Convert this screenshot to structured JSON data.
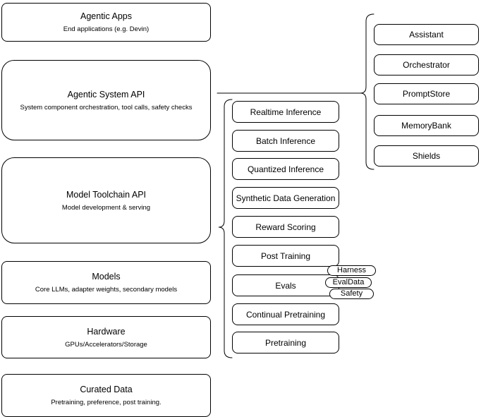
{
  "diagram": {
    "stack": [
      {
        "title": "Agentic Apps",
        "subtitle": "End applications (e.g. Devin)"
      },
      {
        "title": "Agentic System API",
        "subtitle": "System component orchestration, tool calls, safety checks"
      },
      {
        "title": "Model Toolchain API",
        "subtitle": "Model development & serving"
      },
      {
        "title": "Models",
        "subtitle": "Core LLMs, adapter weights, secondary models"
      },
      {
        "title": "Hardware",
        "subtitle": "GPUs/Accelerators/Storage"
      },
      {
        "title": "Curated Data",
        "subtitle": "Pretraining, preference, post training."
      }
    ],
    "toolchain_services": [
      "Realtime Inference",
      "Batch Inference",
      "Quantized Inference",
      "Synthetic Data Generation",
      "Reward Scoring",
      "Post Training",
      "Evals",
      "Continual Pretraining",
      "Pretraining"
    ],
    "eval_tags": [
      "Harness",
      "EvalData",
      "Safety"
    ],
    "system_components": [
      "Assistant",
      "Orchestrator",
      "PromptStore",
      "MemoryBank",
      "Shields"
    ],
    "colors": {
      "stroke": "#000000",
      "fill": "#ffffff",
      "background": "#ffffff"
    }
  }
}
